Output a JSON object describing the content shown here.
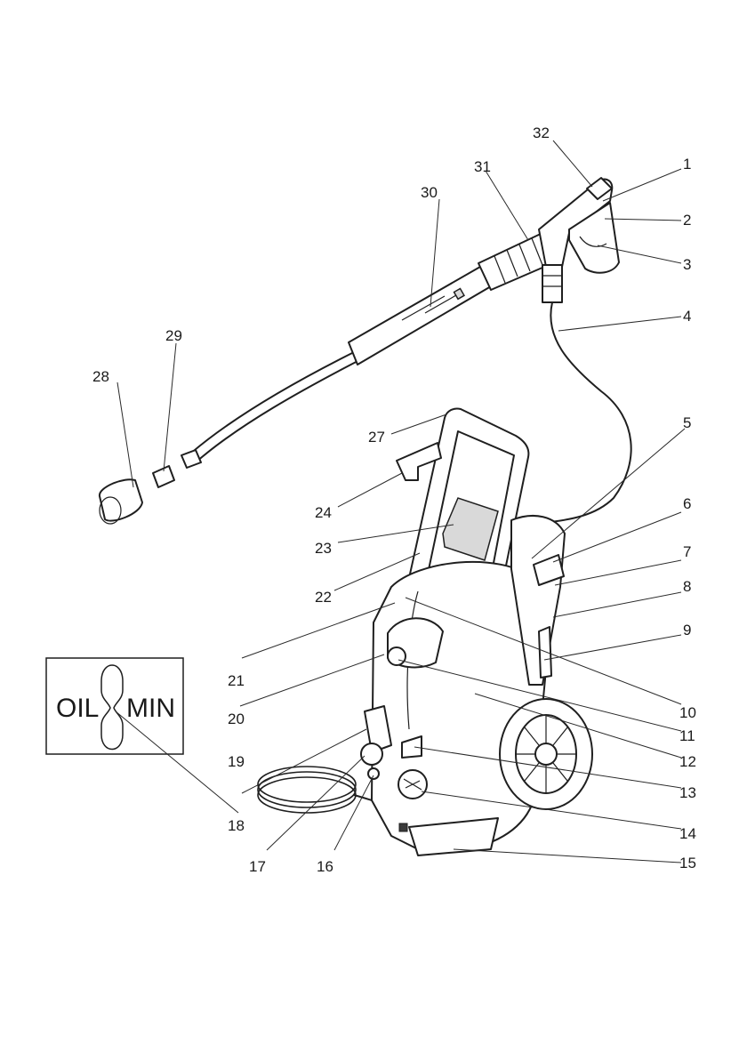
{
  "inset": {
    "left_text": "OIL",
    "right_text": "MIN"
  },
  "callouts": [
    {
      "n": "1"
    },
    {
      "n": "2"
    },
    {
      "n": "3"
    },
    {
      "n": "4"
    },
    {
      "n": "5"
    },
    {
      "n": "6"
    },
    {
      "n": "7"
    },
    {
      "n": "8"
    },
    {
      "n": "9"
    },
    {
      "n": "10"
    },
    {
      "n": "11"
    },
    {
      "n": "12"
    },
    {
      "n": "13"
    },
    {
      "n": "14"
    },
    {
      "n": "15"
    },
    {
      "n": "16"
    },
    {
      "n": "17"
    },
    {
      "n": "18"
    },
    {
      "n": "19"
    },
    {
      "n": "20"
    },
    {
      "n": "21"
    },
    {
      "n": "22"
    },
    {
      "n": "23"
    },
    {
      "n": "24"
    },
    {
      "n": "27"
    },
    {
      "n": "28"
    },
    {
      "n": "29"
    },
    {
      "n": "30"
    },
    {
      "n": "31"
    },
    {
      "n": "32"
    }
  ]
}
